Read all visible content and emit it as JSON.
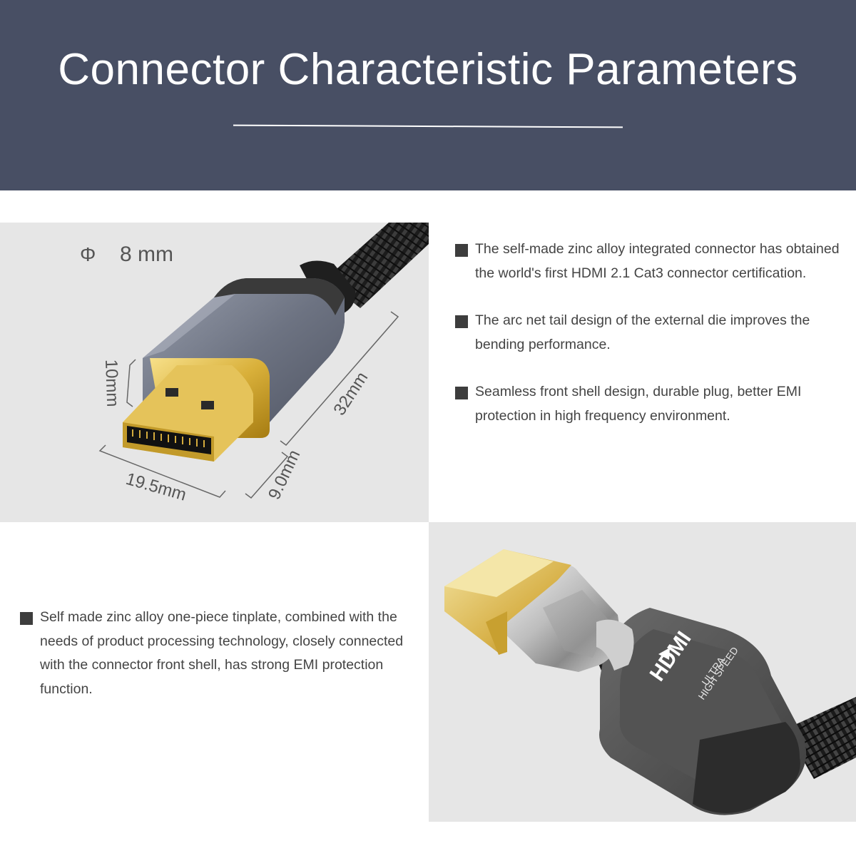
{
  "header": {
    "title": "Connector Characteristic Parameters"
  },
  "dimension_panel": {
    "diameter_symbol": "Φ",
    "diameter_value": "8 mm",
    "dim_height": "10mm",
    "dim_length": "32mm",
    "dim_width": "19.5mm",
    "dim_depth": "9.0mm"
  },
  "features_right": [
    {
      "text": "The self-made zinc alloy integrated connector has obtained the world's first HDMI 2.1 Cat3 connector certification."
    },
    {
      "text": "The arc net tail design of the external die improves the bending performance."
    },
    {
      "text": "Seamless front shell design, durable plug, better EMI protection in high frequency environment."
    }
  ],
  "features_left": [
    {
      "text": "Self made zinc alloy one-piece tinplate, combined with the needs of product processing technology, closely connected with the connector front shell, has strong EMI protection function."
    }
  ],
  "product_photo": {
    "logo": "HDMI",
    "badge_line1": "ULTRA",
    "badge_line2": "HIGH SPEED"
  }
}
